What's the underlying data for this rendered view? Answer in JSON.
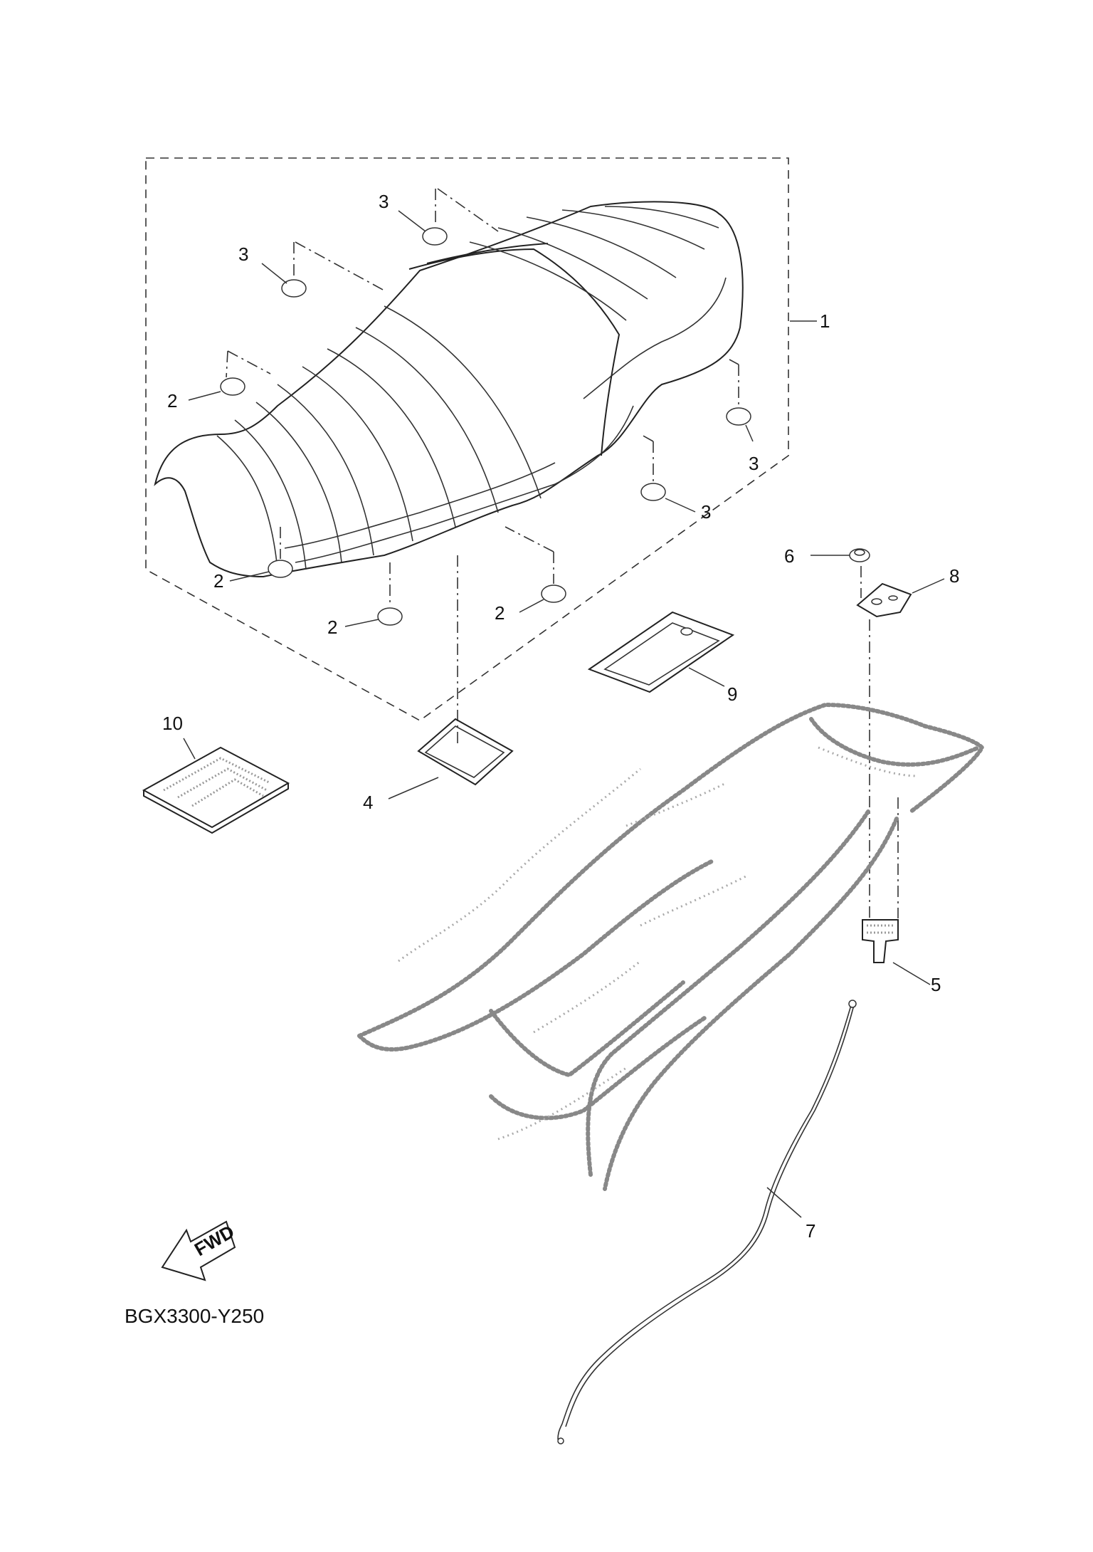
{
  "callouts": {
    "c1": "1",
    "c2a": "2",
    "c2b": "2",
    "c2c": "2",
    "c2d": "2",
    "c3a": "3",
    "c3b": "3",
    "c3c": "3",
    "c3d": "3",
    "c4": "4",
    "c5": "5",
    "c6": "6",
    "c7": "7",
    "c8": "8",
    "c9": "9",
    "c10": "10"
  },
  "fwd_label": "FWD",
  "diagram_code": "BGX3300-Y250"
}
